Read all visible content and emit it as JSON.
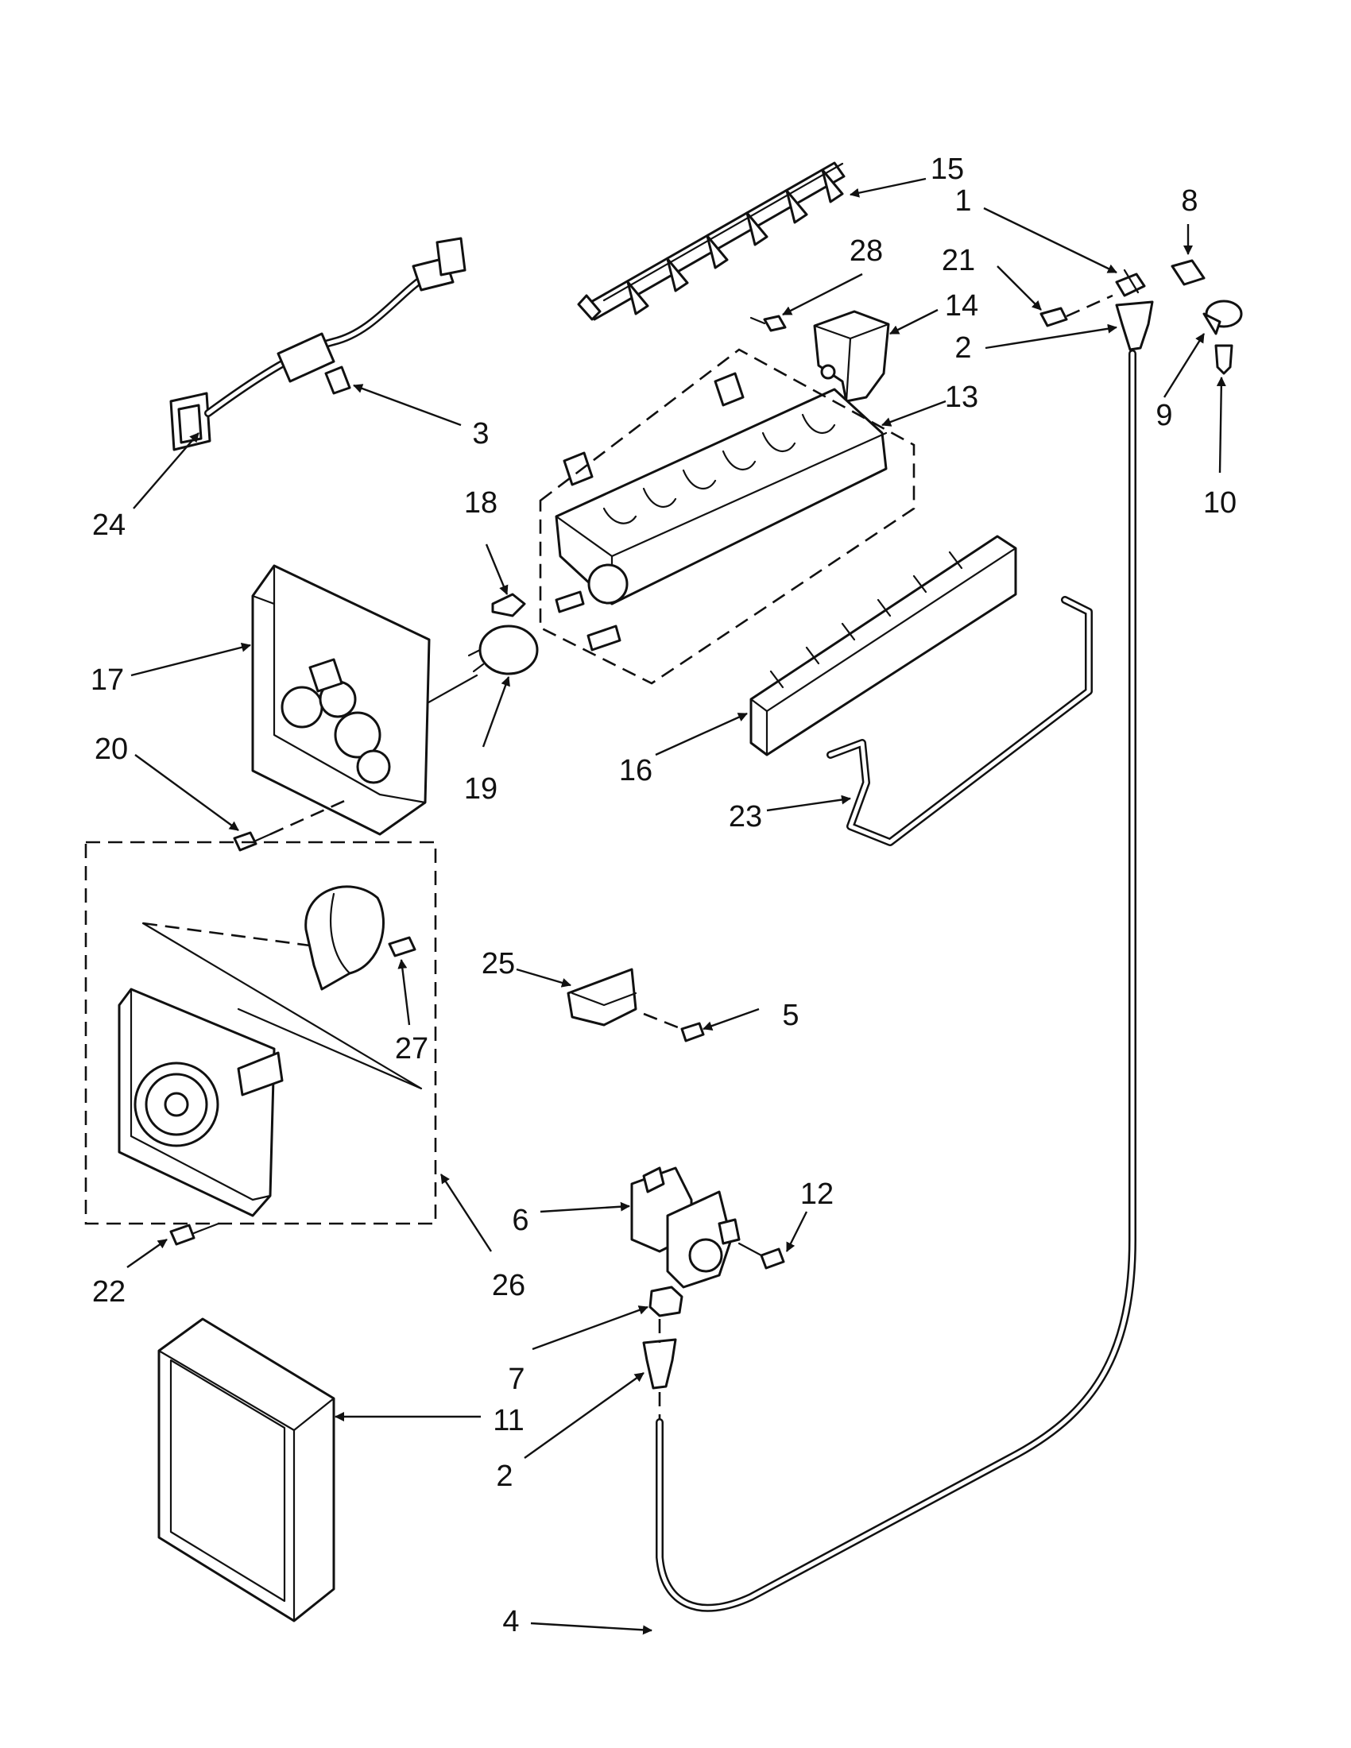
{
  "callouts": [
    "15",
    "1",
    "8",
    "28",
    "21",
    "14",
    "2",
    "9",
    "10",
    "13",
    "3",
    "24",
    "18",
    "17",
    "19",
    "16",
    "20",
    "23",
    "25",
    "5",
    "27",
    "12",
    "6",
    "22",
    "26",
    "7",
    "11",
    "2",
    "4"
  ]
}
